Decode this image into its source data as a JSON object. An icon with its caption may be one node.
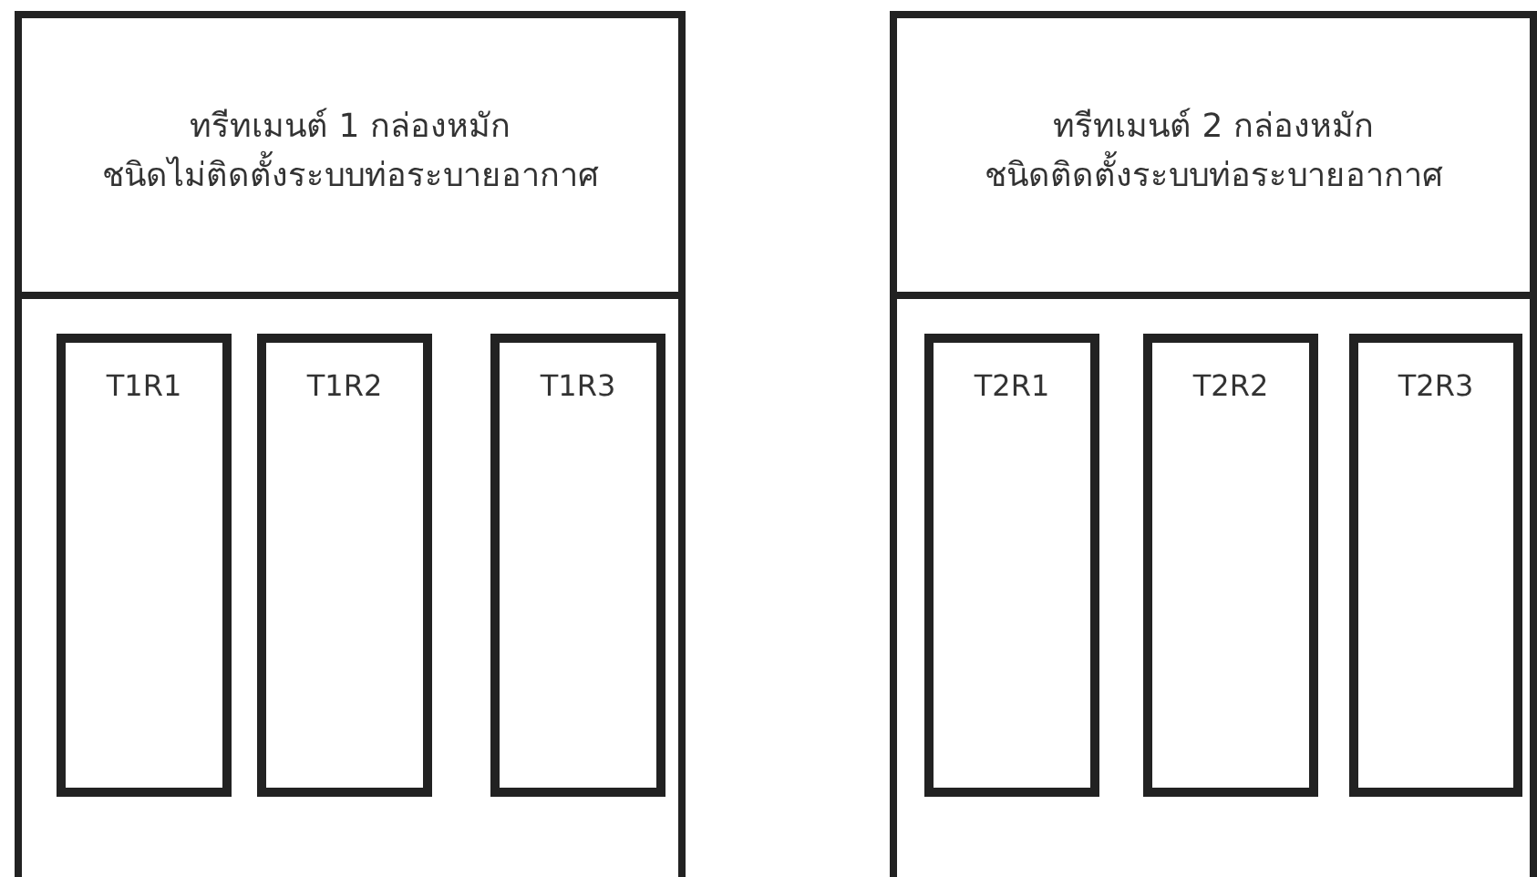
{
  "diagram": {
    "nodes": [
      {
        "text": [],
        "shape": "box"
      },
      {
        "text": [
          "ทรีทเมนต์ 1 กล่องหมัก",
          "ชนิดไม่ติดตั้งระบบท่อระบายอากาศ"
        ],
        "in": 0
      },
      {
        "text": [
          "T1R1"
        ],
        "in": 0
      },
      {
        "text": [
          "T1R2"
        ],
        "in": 0
      },
      {
        "text": [
          "T1R3"
        ],
        "in": 0
      },
      {
        "text": [],
        "shape": "box"
      },
      {
        "text": [
          "ทรีทเมนต์ 2 กล่องหมัก",
          "ชนิดติดตั้งระบบท่อระบายอากาศ"
        ],
        "in": 5
      },
      {
        "text": [
          "T2R1"
        ],
        "in": 5
      },
      {
        "text": [
          "T2R2"
        ],
        "in": 5
      },
      {
        "text": [
          "T2R3"
        ],
        "in": 5
      }
    ]
  }
}
